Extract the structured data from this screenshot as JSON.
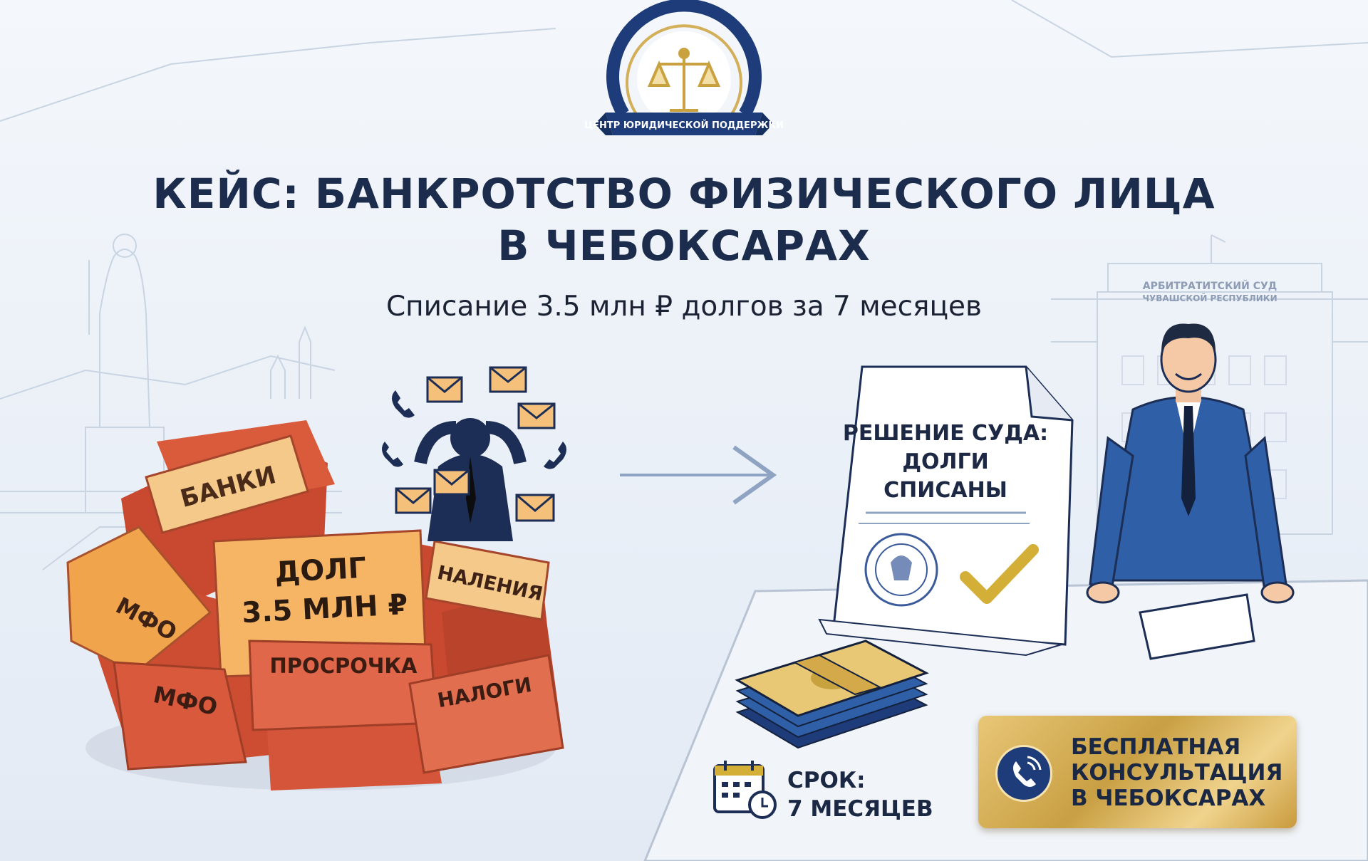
{
  "logo": {
    "caption": "ЦЕНТР ЮРИДИЧЕСКОЙ ПОДДЕРЖКИ"
  },
  "headline": {
    "line1": "КЕЙС: БАНКРОТСТВО ФИЗИЧЕСКОГО ЛИЦА",
    "line2": "В ЧЕБОКСАРАХ"
  },
  "subtitle": "Списание 3.5 млн ₽ долгов за 7 месяцев",
  "court_building": {
    "line1": "АРБИТРАТИТСКИЙ СУД",
    "line2": "ЧУВАШСКОЙ РЕСПУБЛИКИ"
  },
  "debt_pile": {
    "banks": "БАНКИ",
    "debt_line1": "ДОЛГ",
    "debt_line2": "3.5 МЛН ₽",
    "penalties": "НАЛЕНИЯ",
    "mfo_1": "МФО",
    "mfo_2": "МФО",
    "overdue": "ПРОСРОЧКА",
    "taxes": "НАЛОГИ"
  },
  "court_decision": {
    "line1": "РЕШЕНИЕ СУДА:",
    "line2": "ДОЛГИ",
    "line3": "СПИСАНЫ"
  },
  "term": {
    "line1": "СРОК:",
    "line2": "7 МЕСЯЦЕВ"
  },
  "cta": {
    "line1": "БЕСПЛАТНАЯ",
    "line2": "КОНСУЛЬТАЦИЯ",
    "line3": "В ЧЕБОКСАРАХ"
  },
  "icons": [
    "scales-icon",
    "calendar-clock-icon",
    "phone-icon",
    "checkmark-icon",
    "arrow-right-icon",
    "envelope-icon",
    "stamp-icon",
    "money-stack-icon"
  ],
  "colors": {
    "navy": "#1b2c4d",
    "gold": "#d4af5a",
    "red_envelope": "#d4553a",
    "orange_paper": "#f0a44c",
    "suit_blue": "#2f5fa6"
  }
}
